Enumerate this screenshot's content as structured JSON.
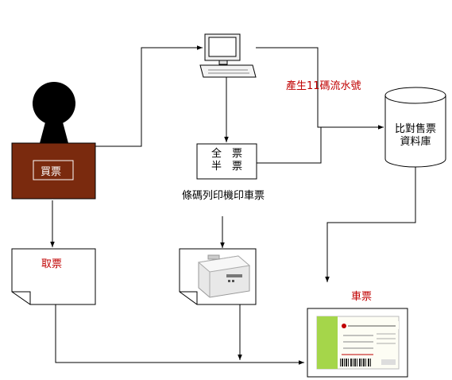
{
  "buyer": {
    "label": "買票"
  },
  "ticket_type": {
    "line1": "全　票",
    "line2": "半　票"
  },
  "printer_caption": "條碼列印機印車票",
  "serial_label": "產生11碼流水號",
  "database": {
    "line1": "比對售票",
    "line2": "資料庫"
  },
  "pickup_label": "取票",
  "ticket_label": "車票",
  "colors": {
    "buyer_box": "#7a2a0e",
    "accent_red": "#c00000",
    "line": "#000000"
  }
}
